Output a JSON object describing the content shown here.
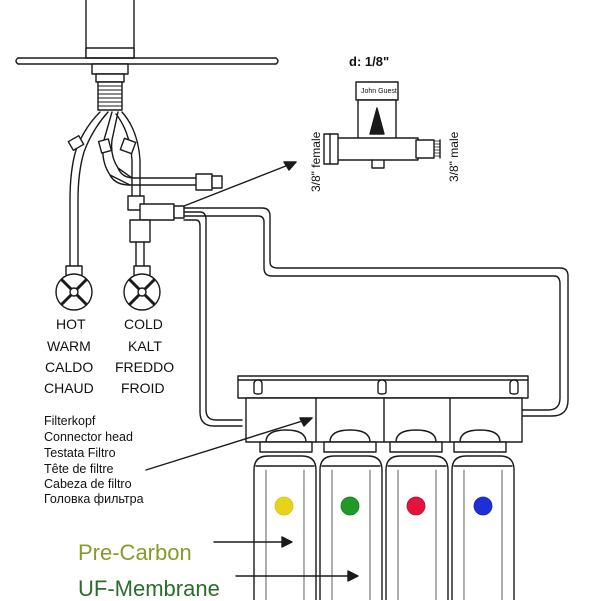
{
  "fitting": {
    "diameter": "d: 1/8\"",
    "brand": "John Guest",
    "female": "3/8\" female",
    "male": "3/8\" male"
  },
  "hot_labels": [
    "HOT",
    "WARM",
    "CALDO",
    "CHAUD"
  ],
  "cold_labels": [
    "COLD",
    "KALT",
    "FREDDO",
    "FROID"
  ],
  "head_labels": [
    "Filterkopf",
    "Connector head",
    "Testata Filtro",
    "Tête de filtre",
    "Cabeza de filtro",
    "Головка фильтра"
  ],
  "stages": [
    "Pre-Carbon",
    "UF-Membrane"
  ],
  "colors": {
    "line": "#1a1a1a",
    "dot_yellow": "#e8d21c",
    "dot_green": "#1f9a27",
    "dot_red": "#e0143c",
    "dot_blue": "#1f2fd8",
    "stage_text": "#8a9a2a"
  }
}
